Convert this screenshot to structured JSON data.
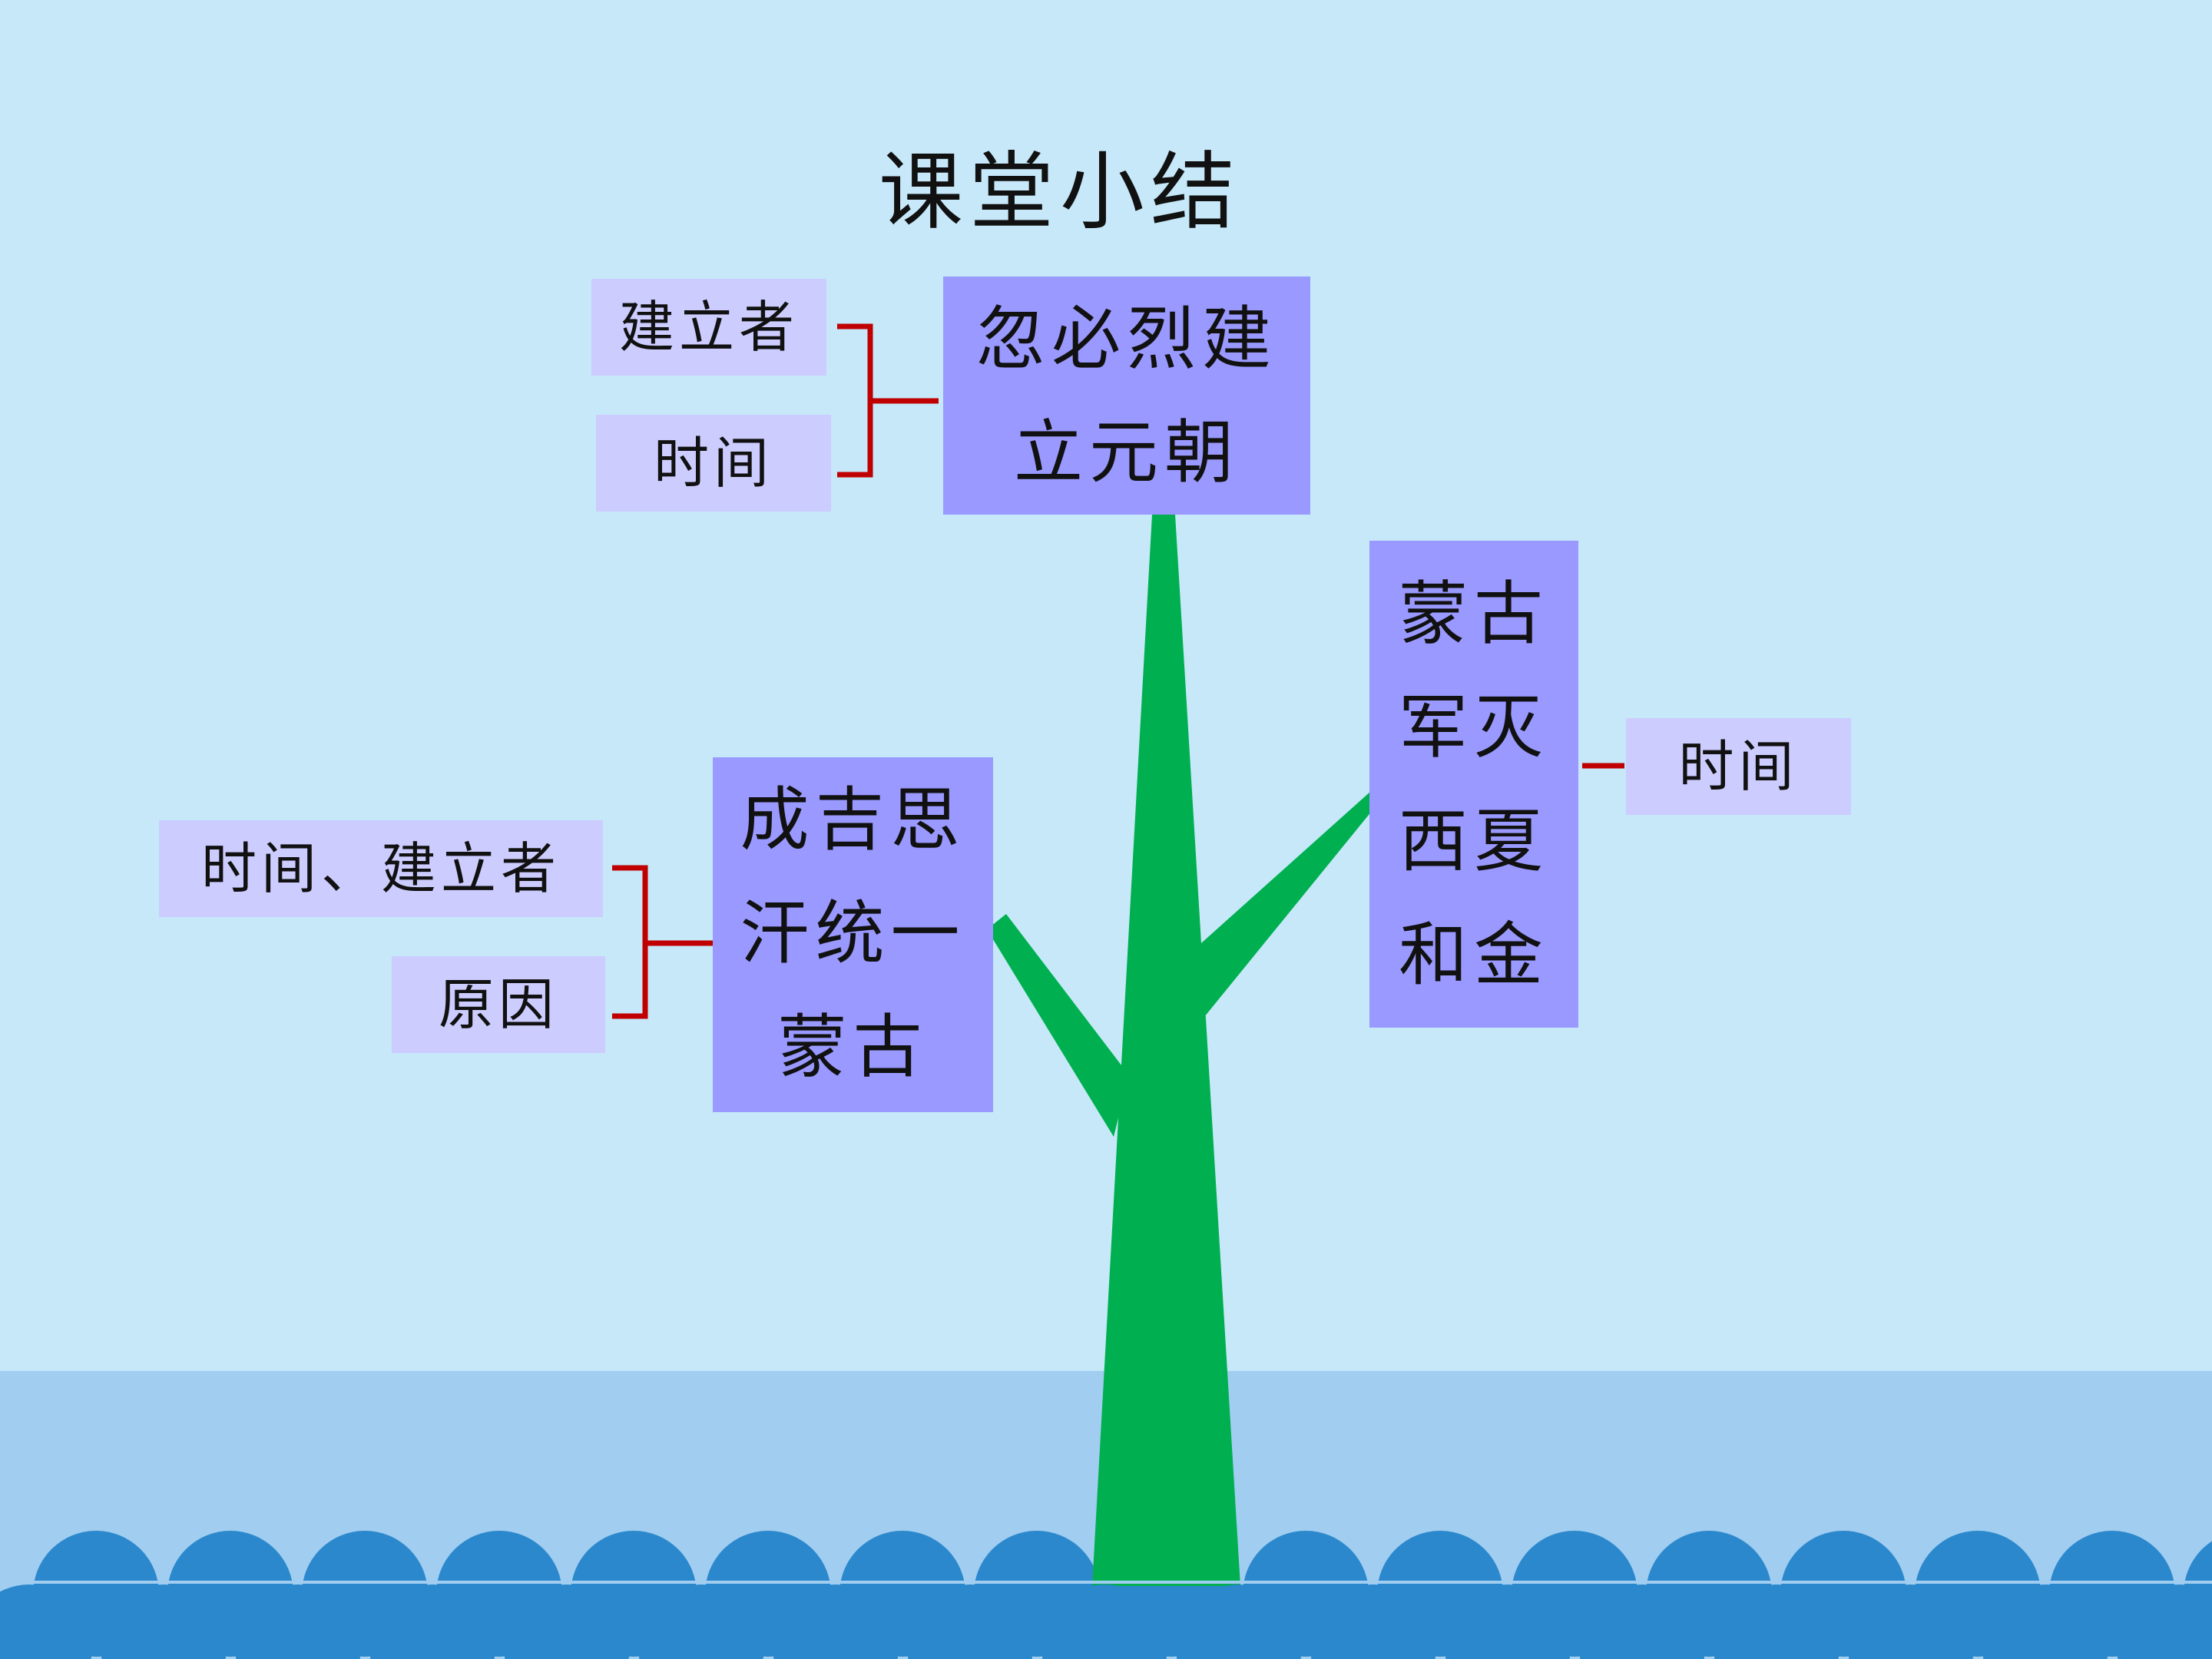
{
  "title": "课堂小结",
  "nodes": {
    "top": {
      "lines": [
        "忽必烈建",
        "立元朝"
      ],
      "attributes": [
        "建立者",
        "时间"
      ]
    },
    "left": {
      "lines": [
        "成吉思",
        "汗统一",
        "蒙古"
      ],
      "attributes": [
        "时间、建立者",
        "原因"
      ]
    },
    "right": {
      "lines": [
        "蒙古",
        "军灭",
        "西夏",
        "和金"
      ],
      "attributes": [
        "时间"
      ]
    }
  },
  "colors": {
    "background": "#c6e8f9",
    "ground": "#a0cdf0",
    "waves": "#2b88cc",
    "tree": "#00b050",
    "main_box": "#9999ff",
    "sub_box": "#ccccff",
    "bracket": "#c00000"
  }
}
